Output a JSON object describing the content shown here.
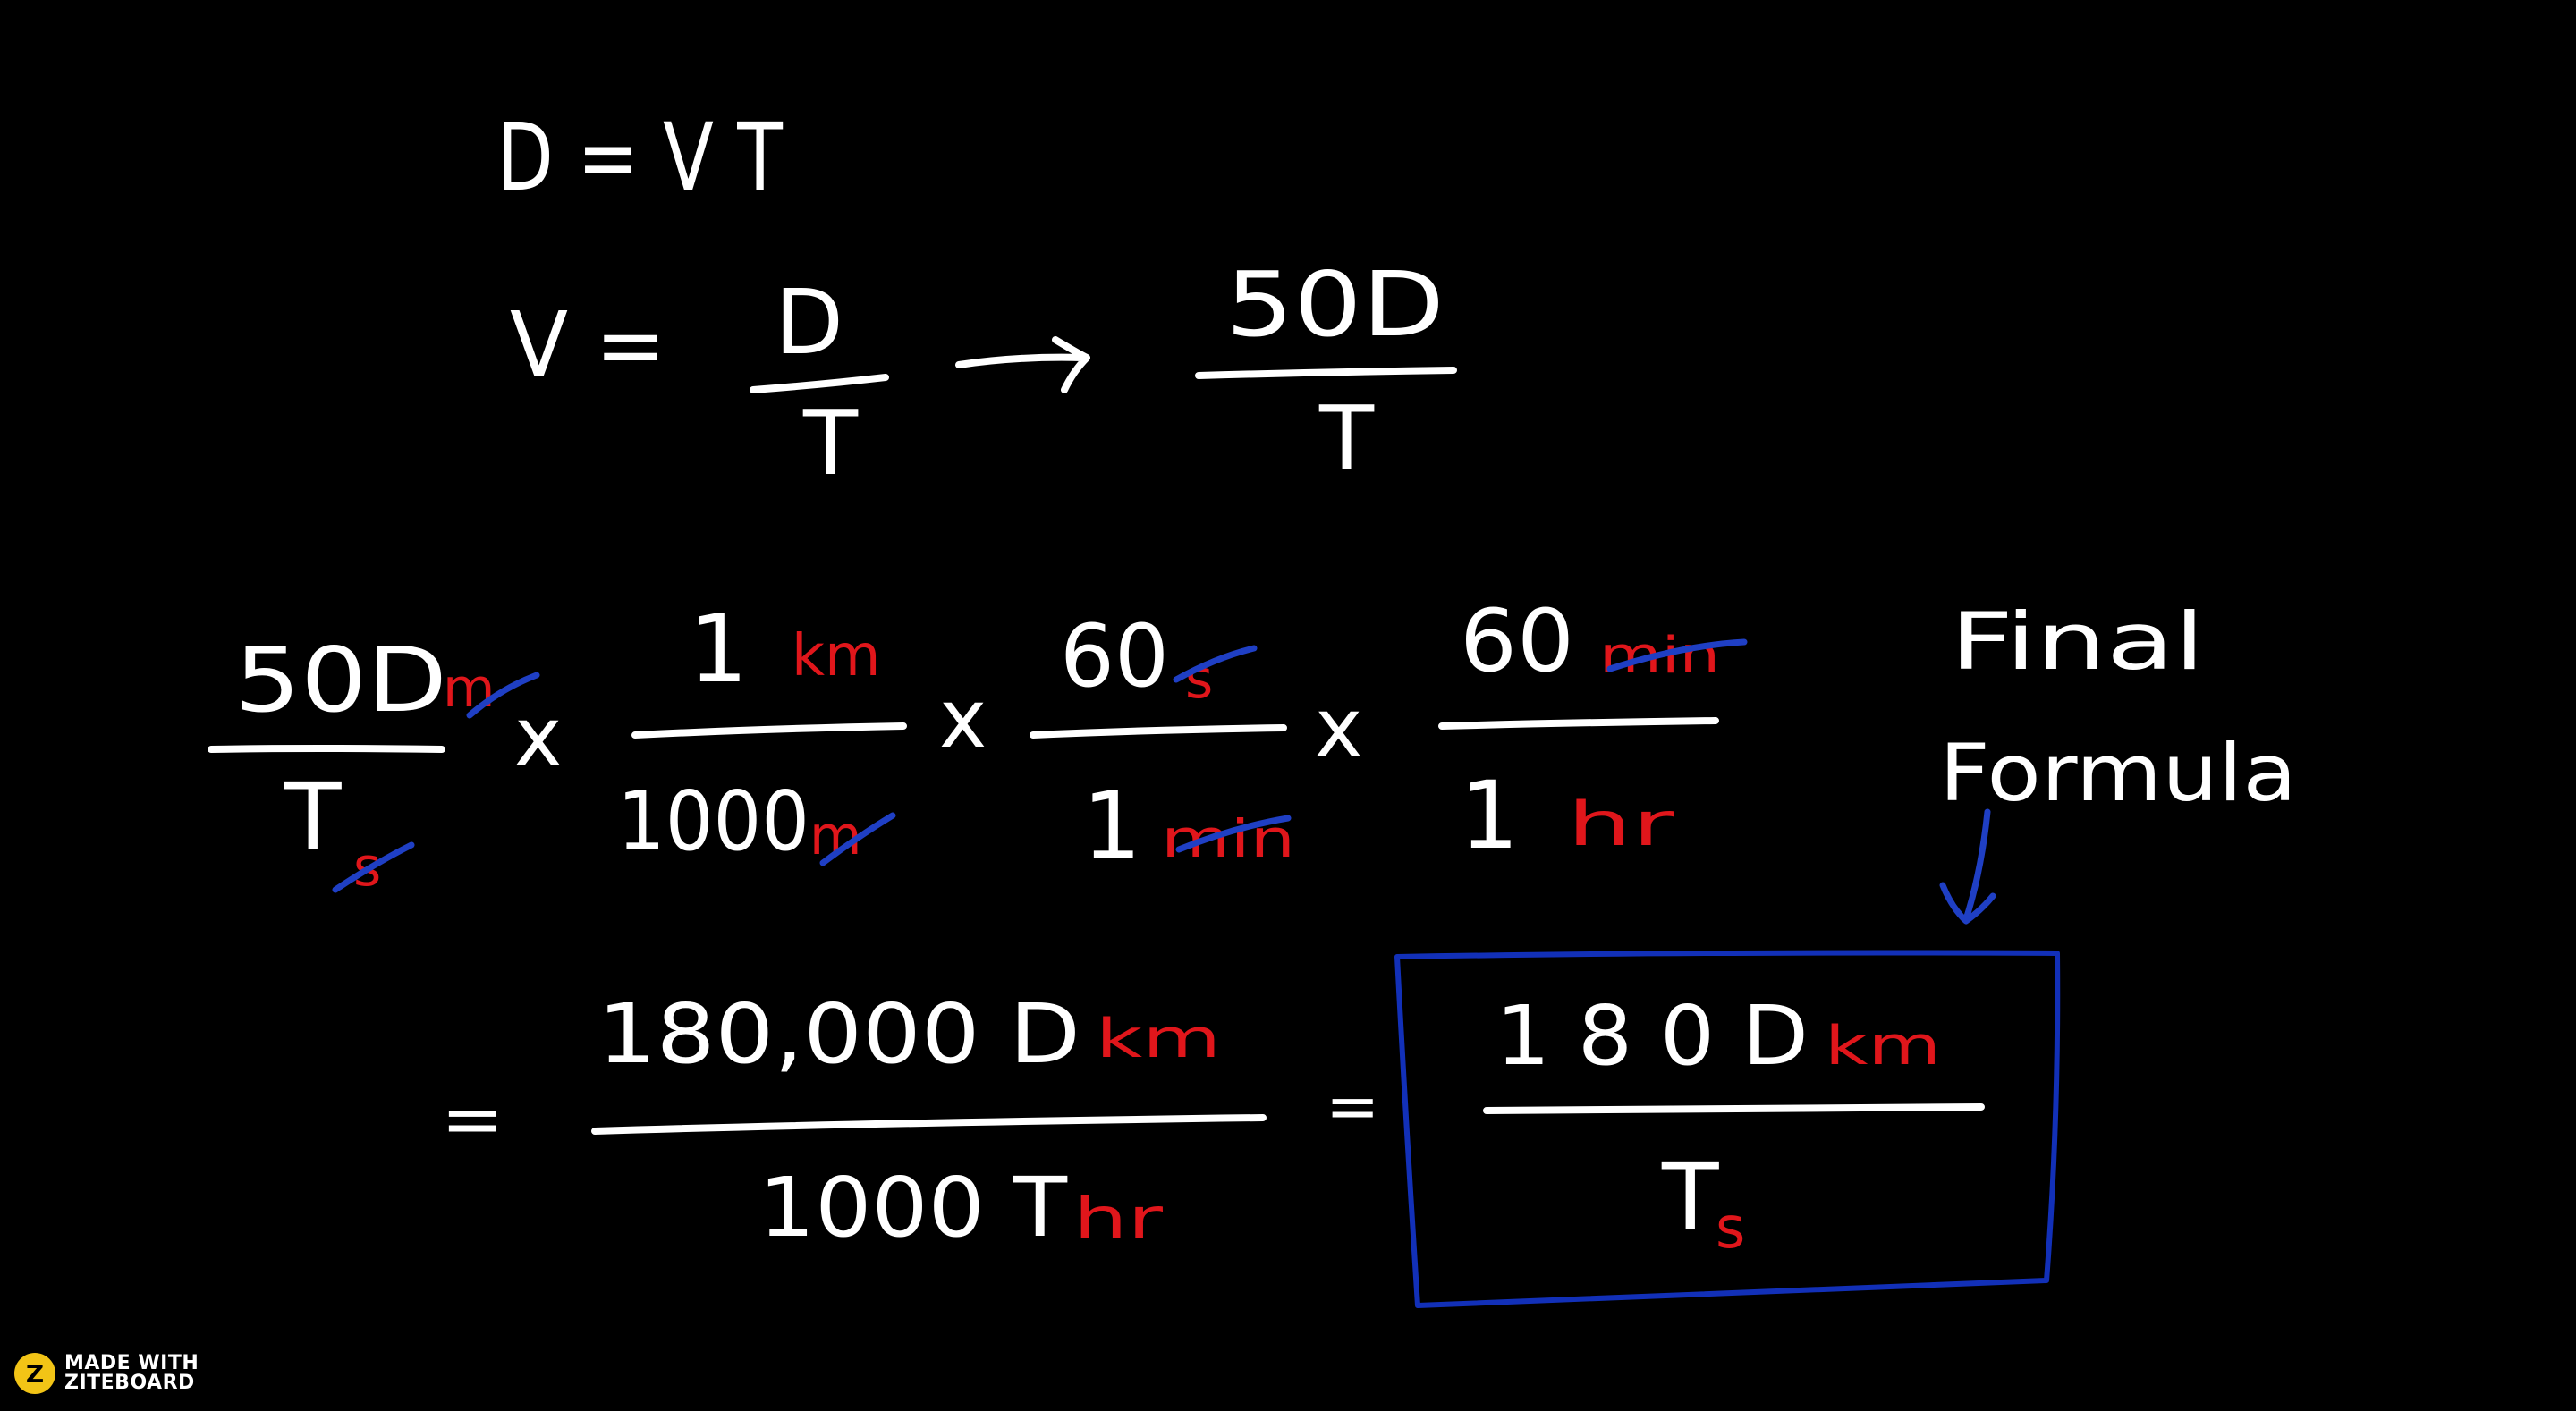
{
  "board": {
    "eq1": {
      "text": "D = V T"
    },
    "eq2": {
      "lhs": "V =",
      "num": "D",
      "den": "T",
      "arrow": "→",
      "num2": "50D",
      "den2": "T"
    },
    "eq3": {
      "frac1_num": "50D",
      "frac1_num_unit": "m",
      "frac1_den": "T",
      "frac1_den_unit": "s",
      "times": "x",
      "frac2_num": "1",
      "frac2_num_unit": "km",
      "frac2_den": "1000",
      "frac2_den_unit": "m",
      "frac3_num": "60",
      "frac3_num_unit": "s",
      "frac3_den": "1",
      "frac3_den_unit": "min",
      "frac4_num": "60",
      "frac4_num_unit": "min",
      "frac4_den": "1",
      "frac4_den_unit": "hr"
    },
    "note": {
      "line1": "Final",
      "line2": "Formula"
    },
    "eq4": {
      "eq_sign": "=",
      "num": "180,000 D",
      "num_unit": "km",
      "den": "1000 T",
      "den_unit": "hr",
      "eq_sign2": "=",
      "final_num": "1 8 0 D",
      "final_num_unit": "km",
      "final_den": "T",
      "final_den_unit": "s"
    }
  },
  "watermark": {
    "line1": "MADE WITH",
    "line2": "ZITEBOARD",
    "logo": "Z"
  },
  "colors": {
    "background": "#000000",
    "chalk": "#ffffff",
    "unit_red": "#e0161b",
    "cancel_blue": "#1f3fc4",
    "box_blue": "#1230b8",
    "logo_yellow": "#f2c416"
  }
}
